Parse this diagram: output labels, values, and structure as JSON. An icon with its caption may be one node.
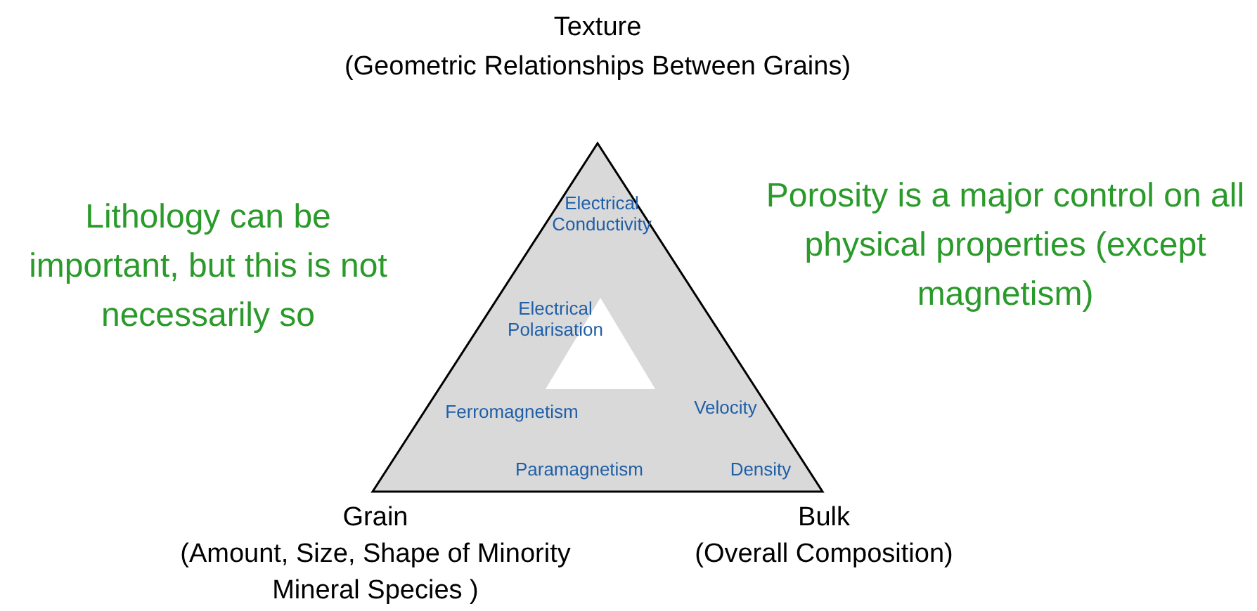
{
  "diagram": {
    "nodes": [
      {
        "text": [
          "Electrical Conductivity",
          "Electrical Polarisation",
          "Ferromagnetism",
          "Velocity",
          "Paramagnetism",
          "Density"
        ]
      },
      {
        "text": [],
        "shape": "triangle",
        "in": 0
      }
    ],
    "labels": [
      "Texture",
      "(Geometric Relationships Between Grains)",
      "Lithology can be important, but this is not necessarily so",
      "Porosity is a major control on all physical properties (except magnetism)",
      "Grain",
      "(Amount, Size, Shape of Minority Mineral Species )",
      "Bulk",
      "(Overall Composition)"
    ]
  }
}
